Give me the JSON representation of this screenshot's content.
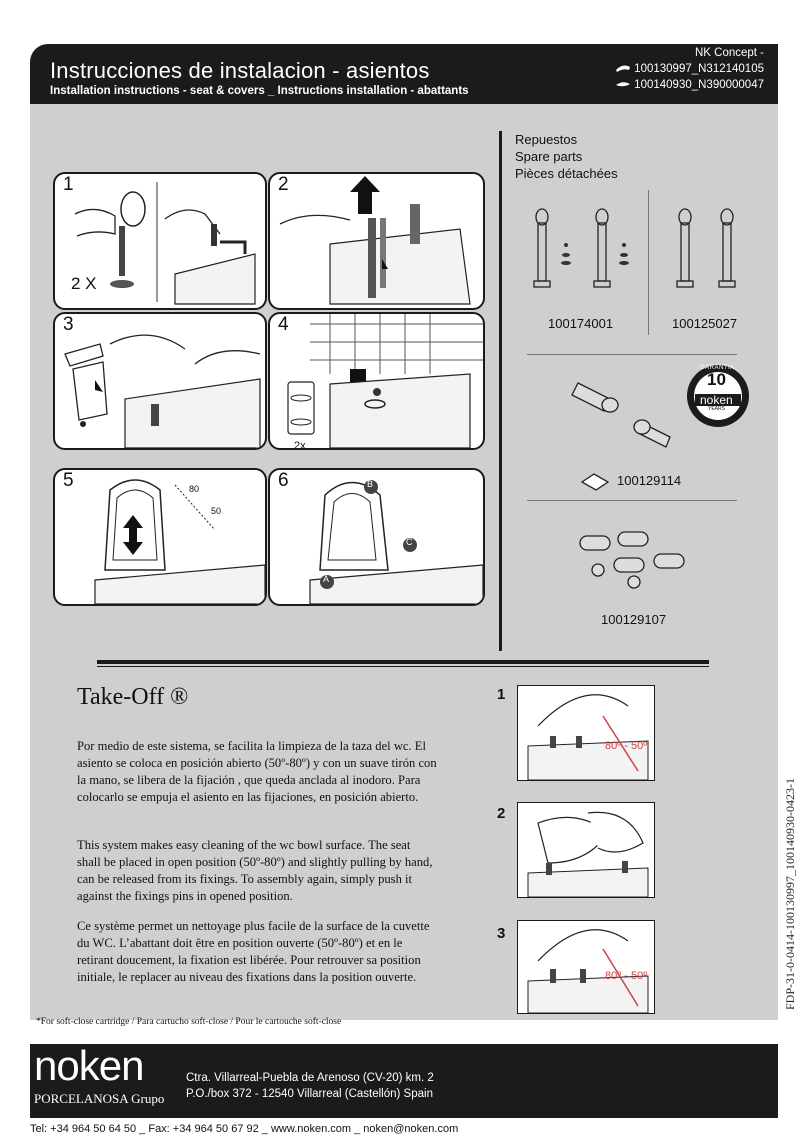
{
  "header": {
    "title": "Instrucciones de instalacion - asientos",
    "subtitle": "Installation instructions - seat & covers _ Instructions installation - abattants",
    "concept": "NK Concept -",
    "code1": "100130997_N312140105",
    "code2": "100140930_N390000047"
  },
  "steps": {
    "s1": "1",
    "s1_count": "2 X",
    "s2": "2",
    "s3": "3",
    "s4": "4",
    "s4_count": "2x",
    "s5": "5",
    "s5_a1": "80",
    "s5_a2": "50",
    "s6": "6",
    "s6_a": "A",
    "s6_b": "B",
    "s6_c": "C"
  },
  "spares": {
    "t1": "Repuestos",
    "t2": "Spare parts",
    "t3": "Pièces détachées",
    "p1": "100174001",
    "p2": "100125027",
    "p3": "100129114",
    "p4": "100129107",
    "badge_top": "GARANTIA",
    "badge_num": "10",
    "badge_brand": "noken",
    "badge_years": "YEARS"
  },
  "takeoff": {
    "title": "Take-Off ®",
    "es": "Por medio de este sistema, se facilita la limpieza de la taza del wc.  El asiento se coloca en posición abierto (50º-80º) y con un suave tirón con la mano, se libera de la fijación , que queda anclada al inodoro. Para colocarlo se empuja el asiento en las fijaciones, en posición abierto.",
    "en": "This system makes easy cleaning of the wc bowl surface. The seat shall be placed in open position (50º-80º) and slightly pulling by hand, can be released from its fixings. To assembly again, simply push it against the fixings pins in opened position.",
    "fr": "Ce système permet un nettoyage plus facile de la surface de la cuvette du WC. L’abattant doit être en position ouverte (50º-80º) et en le retirant doucement, la fixation est libérée. Pour retrouver sa position initiale, le replacer au niveau des fixations dans la position ouverte.",
    "r1": "1",
    "r2": "2",
    "r3": "3",
    "angle": "80º - 50º"
  },
  "footnote": "*For soft-close cartridge / Para cartucho soft-close / Pour le cartouche soft-close",
  "sidecode": "FDP-31-0-0414-100130997_100140930-0423-1",
  "footer": {
    "brand": "noken",
    "group": "PORCELANOSA Grupo",
    "address1": "Ctra. Villarreal-Puebla de Arenoso (CV-20) km. 2",
    "address2": "P.O./box 372 - 12540 Villarreal (Castellón) Spain",
    "contact": "Tel: +34 964 50 64 50 _ Fax: +34 964 50 67 92 _ www.noken.com _ noken@noken.com"
  }
}
